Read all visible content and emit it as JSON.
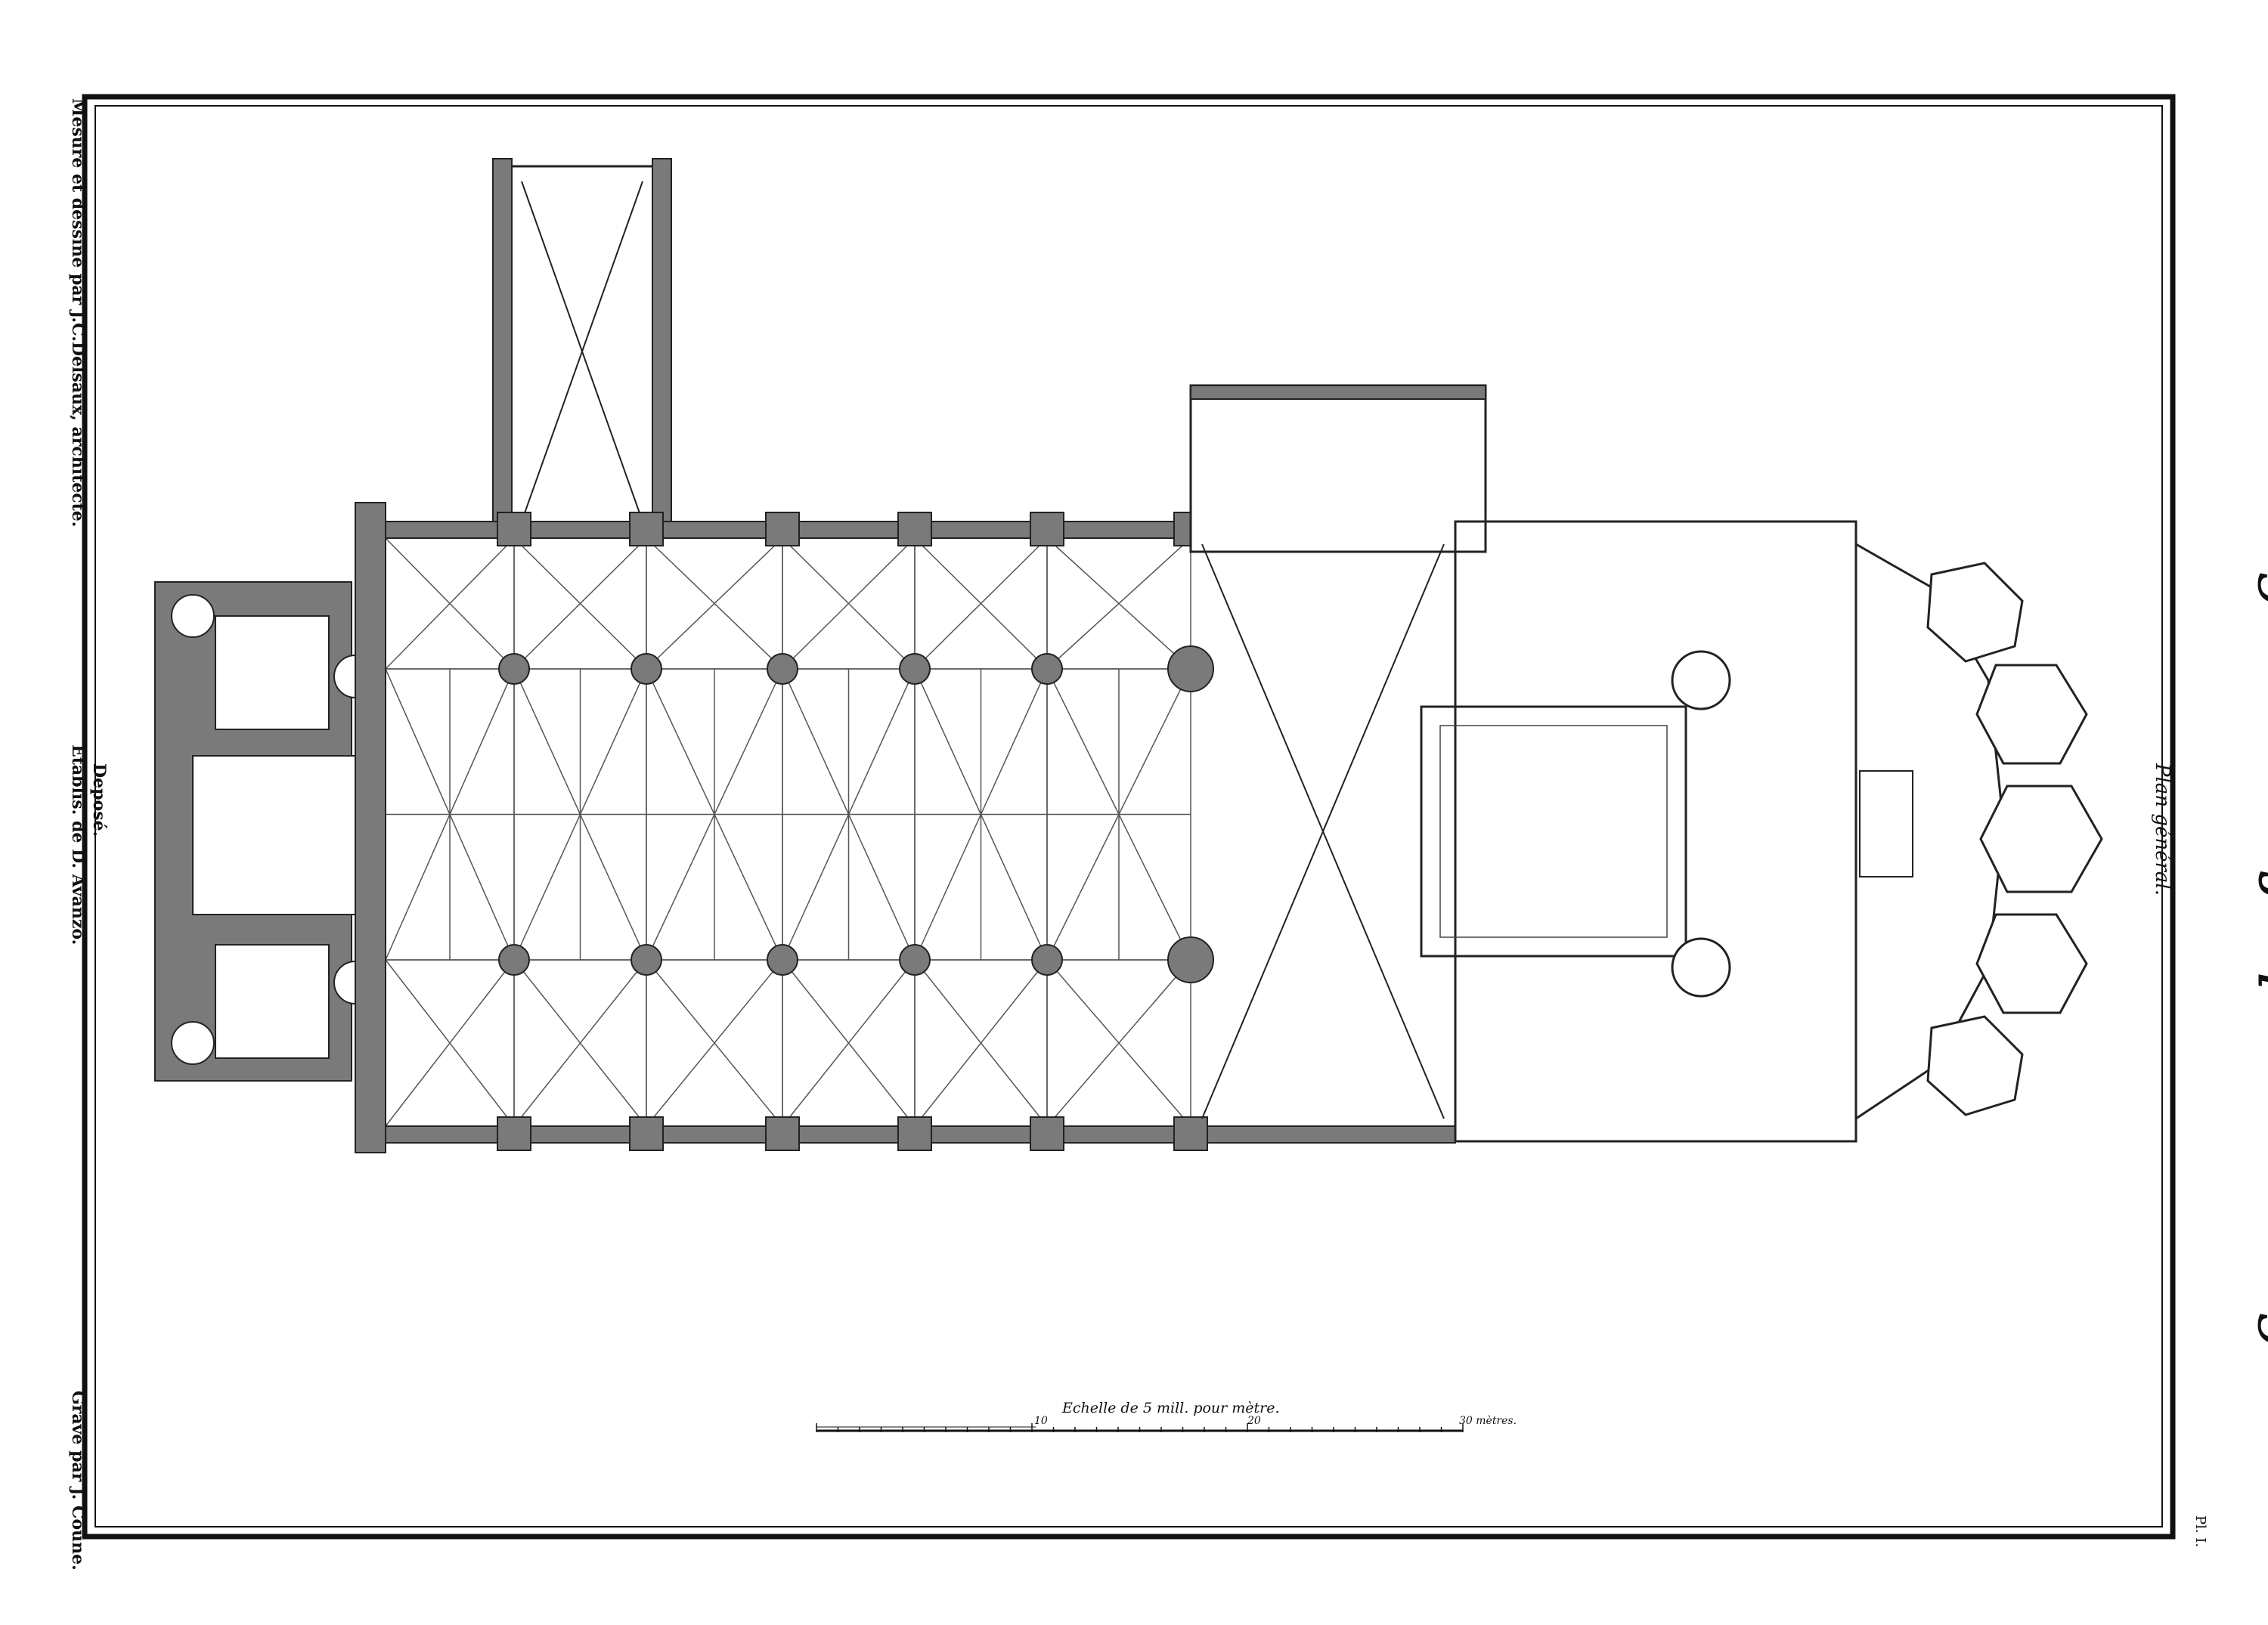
{
  "title": "Eglise St. Jaques à Liége.",
  "subtitle": "Plan général.",
  "credits": {
    "measured_by": "Mesuré et dessiné par J.C.Delsaux, architecte.",
    "establishment": "Etablis. de D. Avanzo.",
    "deposited": "Deposé.",
    "engraved_by": "Gravé par J. Coune."
  },
  "plate_number": "Pl. I.",
  "scale": {
    "caption": "Echelle de 5 mill. pour mètre.",
    "ticks": [
      "10",
      "20",
      "30 mètres."
    ]
  },
  "colors": {
    "wall_fill": "#7a7a7a",
    "line": "#222222",
    "paper": "#ffffff"
  }
}
